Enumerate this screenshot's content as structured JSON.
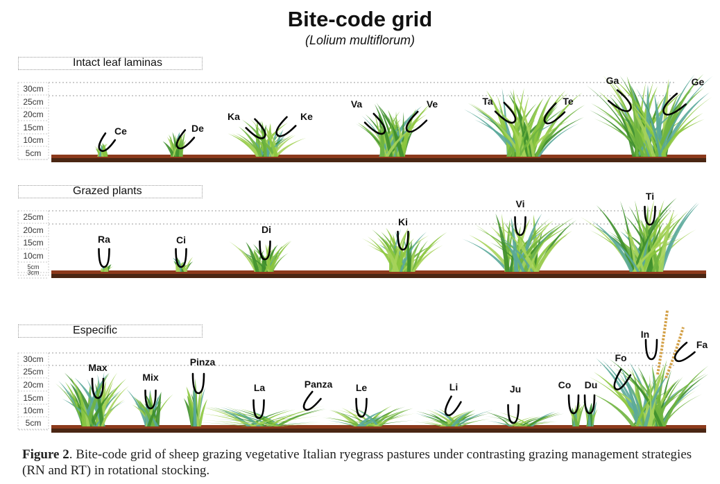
{
  "title": "Bite-code grid",
  "subtitle": "(Lolium multiflorum)",
  "sections": [
    {
      "label": "Intact leaf laminas",
      "ticks": [
        "30cm",
        "25cm",
        "20cm",
        "15cm",
        "10cm",
        "5cm"
      ]
    },
    {
      "label": "Grazed plants",
      "ticks": [
        "25cm",
        "20cm",
        "15cm",
        "10cm",
        "5cm",
        "3cm"
      ]
    },
    {
      "label": "Especific",
      "ticks": [
        "30cm",
        "25cm",
        "20cm",
        "15cm",
        "10cm",
        "5cm"
      ]
    }
  ],
  "codes": {
    "intact": [
      "Ce",
      "De",
      "Ka",
      "Ke",
      "Va",
      "Ve",
      "Ta",
      "Te",
      "Ga",
      "Ge"
    ],
    "grazed": [
      "Ra",
      "Ci",
      "Di",
      "Ki",
      "Vi",
      "Ti"
    ],
    "especific": [
      "Max",
      "Mix",
      "Pinza",
      "La",
      "Panza",
      "Le",
      "Li",
      "Ju",
      "Co",
      "Du",
      "Fo",
      "In",
      "Fa"
    ]
  },
  "caption": {
    "figure_label": "Figure 2",
    "text": ". Bite-code grid of sheep grazing vegetative Italian ryegrass pastures under contrasting grazing management strategies (RN and RT) in rotational stocking."
  },
  "colors": {
    "soil_top": "#8c3a1c",
    "soil_bottom": "#4a2613",
    "grass_light": "#8cc63f",
    "grass_dark": "#3f8f2e",
    "grass_teal": "#5aa89a",
    "seedhead": "#d4a24a",
    "bite_stroke": "#000000"
  }
}
